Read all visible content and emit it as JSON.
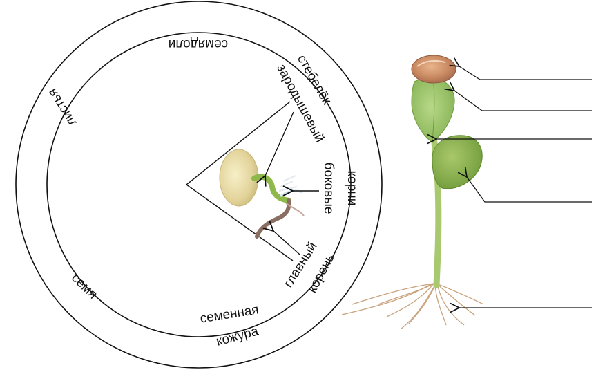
{
  "wheel": {
    "labels": {
      "seed": "семя",
      "seed_coat_line1": "семенная",
      "seed_coat_line2": "кожура",
      "main_root_line1": "главный",
      "main_root_line2": "корень",
      "lateral_roots_line1": "боковые",
      "lateral_roots_line2": "корни",
      "embryonic_stem_line1": "зародышевый",
      "embryonic_stem_line2": "стебелёк",
      "cotyledons": "семядоли",
      "leaves": "листья"
    }
  },
  "seedling": {
    "answer_lines": 5
  }
}
